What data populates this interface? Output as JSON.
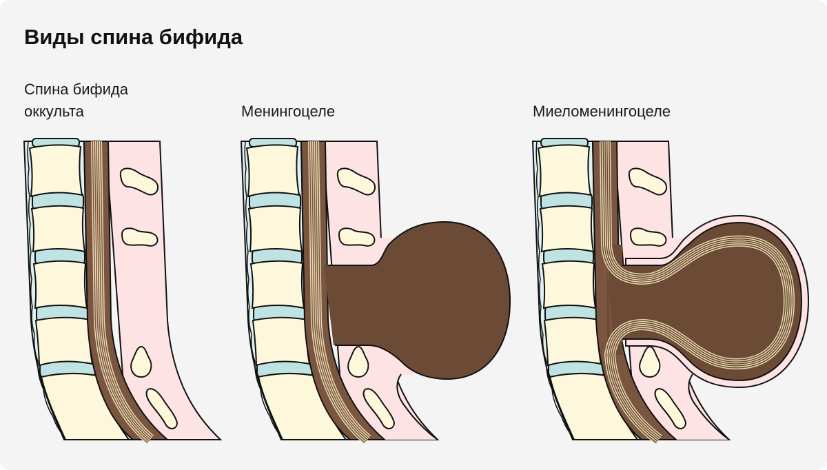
{
  "title": "Виды спина бифида",
  "panels": [
    {
      "label_line1": "Спина бифида",
      "label_line2": "оккульта"
    },
    {
      "label": "Менингоцеле"
    },
    {
      "label": "Миеломенингоцеле"
    }
  ],
  "colors": {
    "background": "#f4f4f4",
    "bone": "#fdf8dc",
    "disc": "#bfe2e3",
    "periosteum": "#dff0f2",
    "tissue": "#fde3e4",
    "dura": "#7a5641",
    "sac": "#6b4a36",
    "nerve": "#e8d9b0"
  }
}
